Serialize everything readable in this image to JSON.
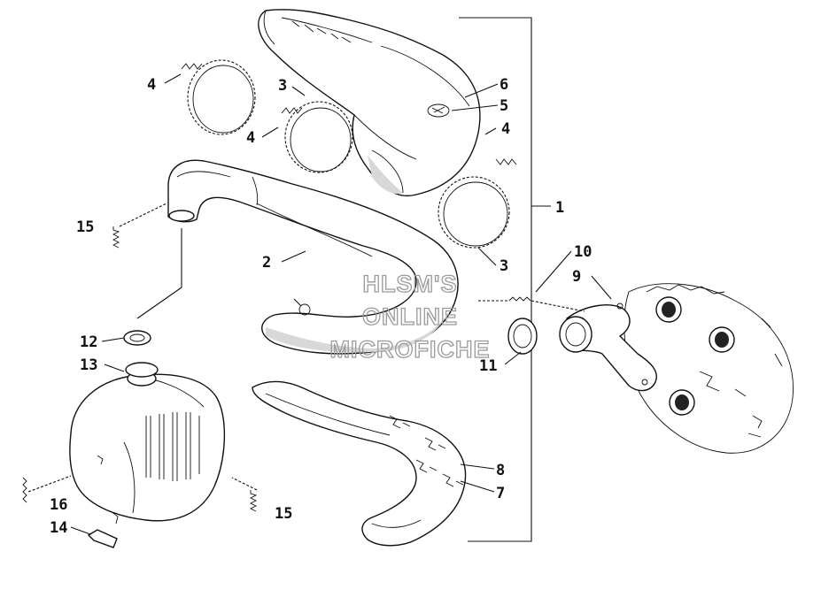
{
  "watermark": {
    "line1": "HLSM'S",
    "line2": "ONLINE",
    "line3": "MICROFICHE"
  },
  "callouts": [
    {
      "id": "c1",
      "label": "1"
    },
    {
      "id": "c2",
      "label": "2"
    },
    {
      "id": "c3a",
      "label": "3"
    },
    {
      "id": "c3b",
      "label": "3"
    },
    {
      "id": "c4a",
      "label": "4"
    },
    {
      "id": "c4b",
      "label": "4"
    },
    {
      "id": "c4c",
      "label": "4"
    },
    {
      "id": "c5",
      "label": "5"
    },
    {
      "id": "c6",
      "label": "6"
    },
    {
      "id": "c7",
      "label": "7"
    },
    {
      "id": "c8",
      "label": "8"
    },
    {
      "id": "c9",
      "label": "9"
    },
    {
      "id": "c10",
      "label": "10"
    },
    {
      "id": "c11",
      "label": "11"
    },
    {
      "id": "c12",
      "label": "12"
    },
    {
      "id": "c13",
      "label": "13"
    },
    {
      "id": "c14",
      "label": "14"
    },
    {
      "id": "c15a",
      "label": "15"
    },
    {
      "id": "c15b",
      "label": "15"
    },
    {
      "id": "c16",
      "label": "16"
    }
  ]
}
